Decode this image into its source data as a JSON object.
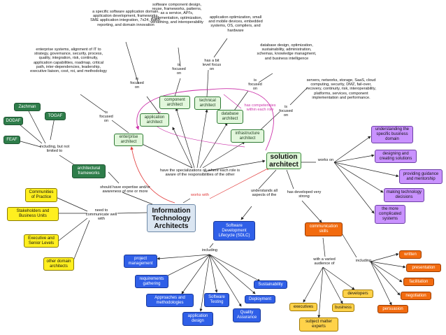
{
  "title": "Information Technology Architects",
  "solution_architect": "solution architect",
  "specializations": {
    "enterprise": "enterprise architect",
    "application": "application architect",
    "component": "component architect",
    "technical": "technical architect",
    "database": "database architect",
    "infrastructure": "infrastructure architect"
  },
  "frameworks": {
    "zachman": "Zachman",
    "togaf": "TOGAF",
    "dodaf": "DODAF",
    "feaf": "FEAF",
    "architectural": "architectural frameworks"
  },
  "communicate": [
    "Communities of Practice",
    "Stakeholders and Business Units",
    "Executive and Senior Levels",
    "other domain architects"
  ],
  "works_on": [
    "understanding the specific business domain",
    "designing and creating solutions",
    "providing guidance and mentorship",
    "making technology decisions",
    "the more complicated systems"
  ],
  "sdlc": {
    "label": "Software Development Lifecycle (SDLC)",
    "items": {
      "project": "project management",
      "requirements": "requirements gathering",
      "approaches": "Approaches and methodologies",
      "testing": "Software Testing",
      "appdesign": "application design",
      "deployment": "Deployment",
      "sustainability": "Sustainability",
      "qa": "Quality Assurance"
    }
  },
  "communication": {
    "label": "communication skills",
    "audiences": [
      "executives",
      "subject matter experts",
      "business",
      "developers"
    ],
    "skills": [
      "written",
      "presentation",
      "facilitation",
      "negotiation",
      "persuasion"
    ]
  },
  "link_labels": {
    "focused_on": "is focused on",
    "has_bit_focus": "has a bit level focus on",
    "including_not_limited": "including, but not limited to",
    "specializations": "have the specializations of; where each role is aware of the responsibilities of the other",
    "works_with": "works with",
    "has_competencies": "has competencies within each role",
    "expertise": "should have expertise and/or awareness of one or more",
    "communicate": "need to communicate well with",
    "works_on": "works on",
    "understands": "understands all aspects of the",
    "developed": "has developed very strong",
    "including": "including",
    "varied": "with a varied audience of"
  },
  "descriptions": {
    "enterprise": "enterprise systems, alignment of IT to strategy, governance, security, process, quality, integration, risk, continuity, application capabilities, roadmap, critical path, inter-dependencies, leadership, executive liaison, cost, roi, and methodology",
    "application": "a specific software application domain, application development, frameworks, SME application integration, 7x24, batch, reporting, and domain innovation",
    "component": "software component design, reuse, frameworks, patterns, as a service, API's, implementation, optimization, versioning, and interoperability",
    "technical": "application optimization, small and mobile devices, embedded systems, OS, compilers, and hardware",
    "database": "database design, optimization, sustainability, administration, schemas, knowledge managment, and business intelligence",
    "infrastructure": "servers, networks, storage, SaaS, cloud computing, security, DMZ, fail-over, recovery, continuity, risk, interoperability, platforms, services, component implementation and performance."
  }
}
